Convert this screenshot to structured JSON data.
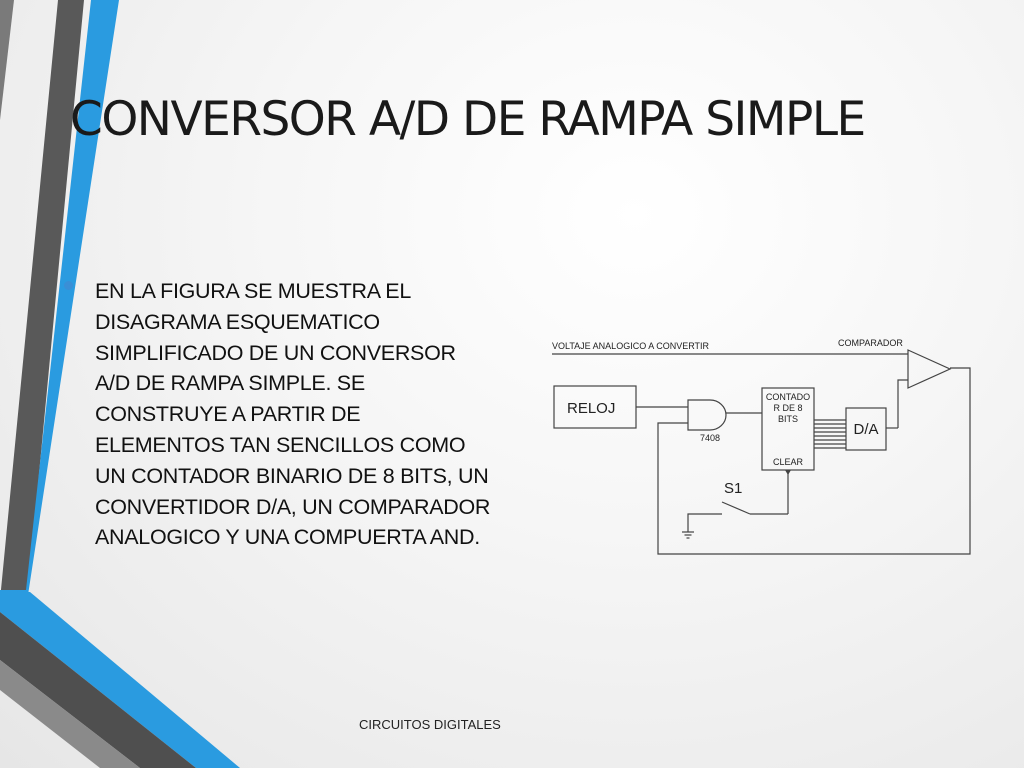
{
  "slide": {
    "title": "CONVERSOR A/D DE RAMPA SIMPLE",
    "bullet": "EN LA FIGURA SE MUESTRA EL DISAGRAMA ESQUEMATICO SIMPLIFICADO DE UN CONVERSOR A/D DE RAMPA SIMPLE. SE CONSTRUYE A PARTIR DE ELEMENTOS TAN SENCILLOS COMO UN CONTADOR BINARIO DE 8 BITS, UN CONVERTIDOR D/A, UN COMPARADOR ANALOGICO Y UNA COMPUERTA AND.",
    "footer": "CIRCUITOS DIGITALES"
  },
  "diagram": {
    "input_label": "VOLTAJE ANALOGICO A CONVERTIR",
    "comparator_label": "COMPARADOR",
    "clock_label": "RELOJ",
    "gate_label": "7408",
    "counter_line1": "CONTADO",
    "counter_line2": "R DE 8",
    "counter_line3": "BITS",
    "counter_clear": "CLEAR",
    "dac_label": "D/A",
    "switch_label": "S1"
  },
  "colors": {
    "accent_blue": "#2a9be0",
    "dark_gray": "#555555",
    "wire": "#444444"
  }
}
